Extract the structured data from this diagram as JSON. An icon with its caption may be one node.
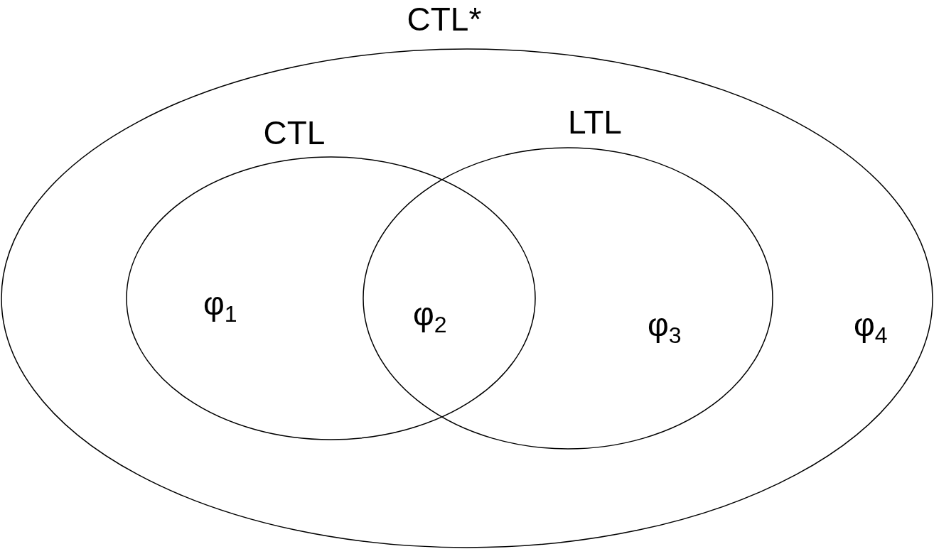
{
  "diagram": {
    "nodes": [
      {
        "text": [
          "CTL*"
        ]
      },
      {
        "text": [
          "CTL"
        ],
        "in": 0
      },
      {
        "text": [
          "LTL"
        ],
        "in": 0
      }
    ],
    "labels": [
      "φ$_{1}$",
      "φ$_{2}$",
      "φ$_{3}$",
      "φ$_{4}$"
    ]
  }
}
